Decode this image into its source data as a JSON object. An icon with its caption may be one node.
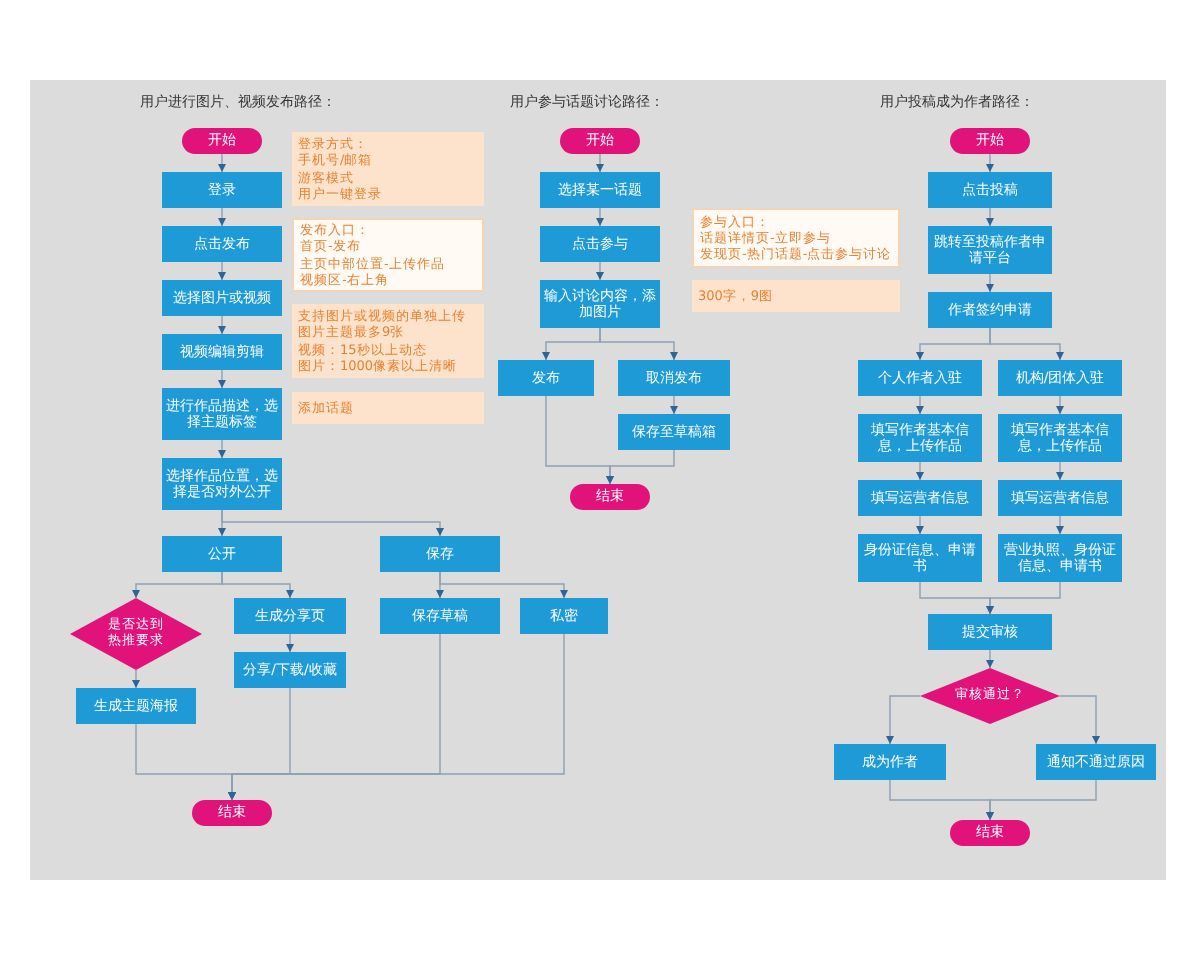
{
  "diagram": {
    "nodes": [
      {
        "text": [
          "开始"
        ]
      },
      {
        "text": [
          "登录"
        ]
      },
      {
        "text": [
          "点击发布"
        ]
      },
      {
        "text": [
          "选择图片或视频"
        ]
      },
      {
        "text": [
          "视频编辑剪辑"
        ]
      },
      {
        "text": [
          "进行作品描述，选择主题标签"
        ]
      },
      {
        "text": [
          "选择作品位置，选择是否对外公开"
        ]
      },
      {
        "text": [
          "公开"
        ]
      },
      {
        "text": [
          "保存"
        ]
      },
      {
        "text": [
          "是否达到热推要求"
        ]
      },
      {
        "text": [
          "生成主题海报"
        ]
      },
      {
        "text": [
          "生成分享页"
        ]
      },
      {
        "text": [
          "分享/下载/收藏"
        ]
      },
      {
        "text": [
          "保存草稿"
        ]
      },
      {
        "text": [
          "私密"
        ]
      },
      {
        "text": [
          "结束"
        ]
      },
      {
        "text": [
          "登录方式：",
          "手机号/邮箱",
          "游客模式",
          "用户一键登录"
        ]
      },
      {
        "text": [
          "发布入口：",
          "首页-发布",
          "主页中部位置-上传作品",
          "视频区-右上角"
        ]
      },
      {
        "text": [
          "支持图片或视频的单独上传",
          "图片主题最多9张",
          "视频：15秒以上动态",
          "图片：1000像素以上清晰"
        ]
      },
      {
        "text": [
          "添加话题"
        ]
      },
      {
        "text": [
          "开始"
        ]
      },
      {
        "text": [
          "选择某一话题"
        ]
      },
      {
        "text": [
          "点击参与"
        ]
      },
      {
        "text": [
          "输入讨论内容，添加图片"
        ]
      },
      {
        "text": [
          "发布"
        ]
      },
      {
        "text": [
          "取消发布"
        ]
      },
      {
        "text": [
          "保存至草稿箱"
        ]
      },
      {
        "text": [
          "结束"
        ]
      },
      {
        "text": [
          "参与入口：",
          "话题详情页-立即参与",
          "发现页-热门话题-点击参与讨论"
        ]
      },
      {
        "text": [
          "300字，9图"
        ]
      },
      {
        "text": [
          "开始"
        ]
      },
      {
        "text": [
          "点击投稿"
        ]
      },
      {
        "text": [
          "跳转至投稿作者申请平台"
        ]
      },
      {
        "text": [
          "作者签约申请"
        ]
      },
      {
        "text": [
          "个人作者入驻"
        ]
      },
      {
        "text": [
          "机构/团体入驻"
        ]
      },
      {
        "text": [
          "填写作者基本信息，上传作品"
        ]
      },
      {
        "text": [
          "填写作者基本信息，上传作品"
        ]
      },
      {
        "text": [
          "填写运营者信息"
        ]
      },
      {
        "text": [
          "填写运营者信息"
        ]
      },
      {
        "text": [
          "身份证信息、申请书"
        ]
      },
      {
        "text": [
          "营业执照、身份证信息、申请书"
        ]
      },
      {
        "text": [
          "提交审核"
        ]
      },
      {
        "text": [
          "审核通过？"
        ]
      },
      {
        "text": [
          "成为作者"
        ]
      },
      {
        "text": [
          "通知不通过原因"
        ]
      },
      {
        "text": [
          "结束"
        ]
      }
    ],
    "edges": [
      {
        "from": 0,
        "to": 1,
        "arrow": "to"
      },
      {
        "from": 1,
        "to": 2,
        "arrow": "to"
      },
      {
        "from": 2,
        "to": 3,
        "arrow": "to"
      },
      {
        "from": 3,
        "to": 4,
        "arrow": "to"
      },
      {
        "from": 4,
        "to": 5,
        "arrow": "to"
      },
      {
        "from": 5,
        "to": 6,
        "arrow": "to"
      },
      {
        "from": 6,
        "to": 7,
        "arrow": "to"
      },
      {
        "from": 6,
        "to": 8,
        "arrow": "to"
      },
      {
        "from": 7,
        "to": 9,
        "arrow": "to"
      },
      {
        "from": 7,
        "to": 11,
        "arrow": "to"
      },
      {
        "from": 8,
        "to": 13,
        "arrow": "to"
      },
      {
        "from": 8,
        "to": 14,
        "arrow": "to"
      },
      {
        "from": 9,
        "to": 10,
        "arrow": "to"
      },
      {
        "from": 11,
        "to": 12,
        "arrow": "to"
      },
      {
        "from": 10,
        "to": 15,
        "arrow": "to"
      },
      {
        "from": 12,
        "to": 15,
        "arrow": "to"
      },
      {
        "from": 13,
        "to": 15,
        "arrow": "to"
      },
      {
        "from": 14,
        "to": 15,
        "arrow": "to"
      },
      {
        "from": 20,
        "to": 21,
        "arrow": "to"
      },
      {
        "from": 21,
        "to": 22,
        "arrow": "to"
      },
      {
        "from": 22,
        "to": 23,
        "arrow": "to"
      },
      {
        "from": 23,
        "to": 24,
        "arrow": "to"
      },
      {
        "from": 23,
        "to": 25,
        "arrow": "to"
      },
      {
        "from": 25,
        "to": 26,
        "arrow": "to"
      },
      {
        "from": 24,
        "to": 27,
        "arrow": "to"
      },
      {
        "from": 26,
        "to": 27,
        "arrow": "to"
      },
      {
        "from": 30,
        "to": 31,
        "arrow": "to"
      },
      {
        "from": 31,
        "to": 32,
        "arrow": "to"
      },
      {
        "from": 32,
        "to": 33,
        "arrow": "to"
      },
      {
        "from": 33,
        "to": 34,
        "arrow": "to"
      },
      {
        "from": 33,
        "to": 35,
        "arrow": "to"
      },
      {
        "from": 34,
        "to": 36,
        "arrow": "to"
      },
      {
        "from": 35,
        "to": 37,
        "arrow": "to"
      },
      {
        "from": 36,
        "to": 38,
        "arrow": "to"
      },
      {
        "from": 37,
        "to": 39,
        "arrow": "to"
      },
      {
        "from": 38,
        "to": 40,
        "arrow": "to"
      },
      {
        "from": 39,
        "to": 41,
        "arrow": "to"
      },
      {
        "from": 40,
        "to": 42,
        "arrow": "to"
      },
      {
        "from": 41,
        "to": 42,
        "arrow": "to"
      },
      {
        "from": 42,
        "to": 43,
        "arrow": "to"
      },
      {
        "from": 43,
        "to": 44,
        "arrow": "to"
      },
      {
        "from": 43,
        "to": 45,
        "arrow": "to"
      },
      {
        "from": 44,
        "to": 46,
        "arrow": "to"
      },
      {
        "from": 45,
        "to": 46,
        "arrow": "to"
      }
    ],
    "labels": [
      "用户进行图片、视频发布路径：",
      "用户参与话题讨论路径：",
      "用户投稿成为作者路径："
    ]
  }
}
